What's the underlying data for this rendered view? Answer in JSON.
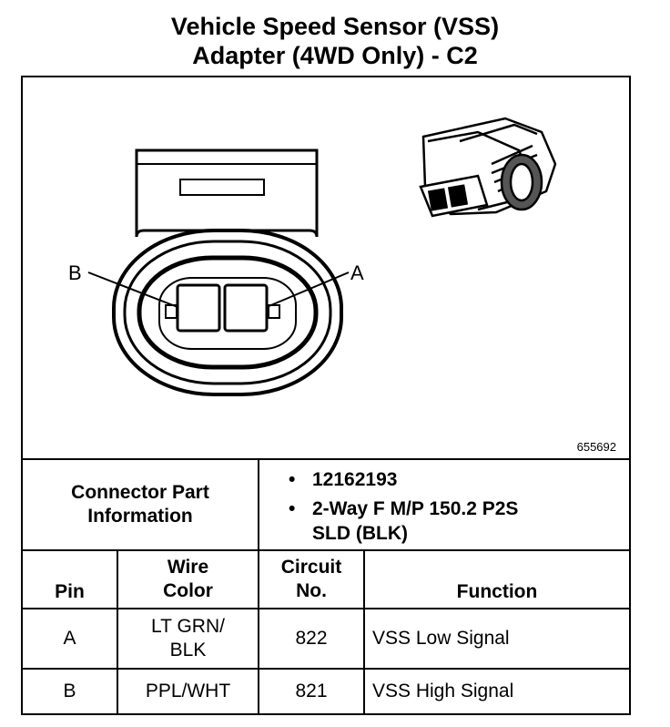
{
  "title": {
    "line1": "Vehicle Speed Sensor (VSS)",
    "line2": "Adapter (4WD Only) - C2"
  },
  "diagram": {
    "pin_label_b": "B",
    "pin_label_a": "A",
    "figure_id": "655692"
  },
  "connector_info": {
    "label": "Connector Part Information",
    "part_number": "12162193",
    "description_line1": "2-Way F M/P 150.2 P2S",
    "description_line2": "SLD (BLK)",
    "bullet": "•"
  },
  "table": {
    "headers": {
      "pin": "Pin",
      "wire_color": "Wire Color",
      "circuit_no": "Circuit No.",
      "function": "Function"
    },
    "rows": [
      {
        "pin": "A",
        "wire_color": "LT GRN/ BLK",
        "circuit_no": "822",
        "function": "VSS Low Signal"
      },
      {
        "pin": "B",
        "wire_color": "PPL/WHT",
        "circuit_no": "821",
        "function": "VSS High Signal"
      }
    ]
  }
}
